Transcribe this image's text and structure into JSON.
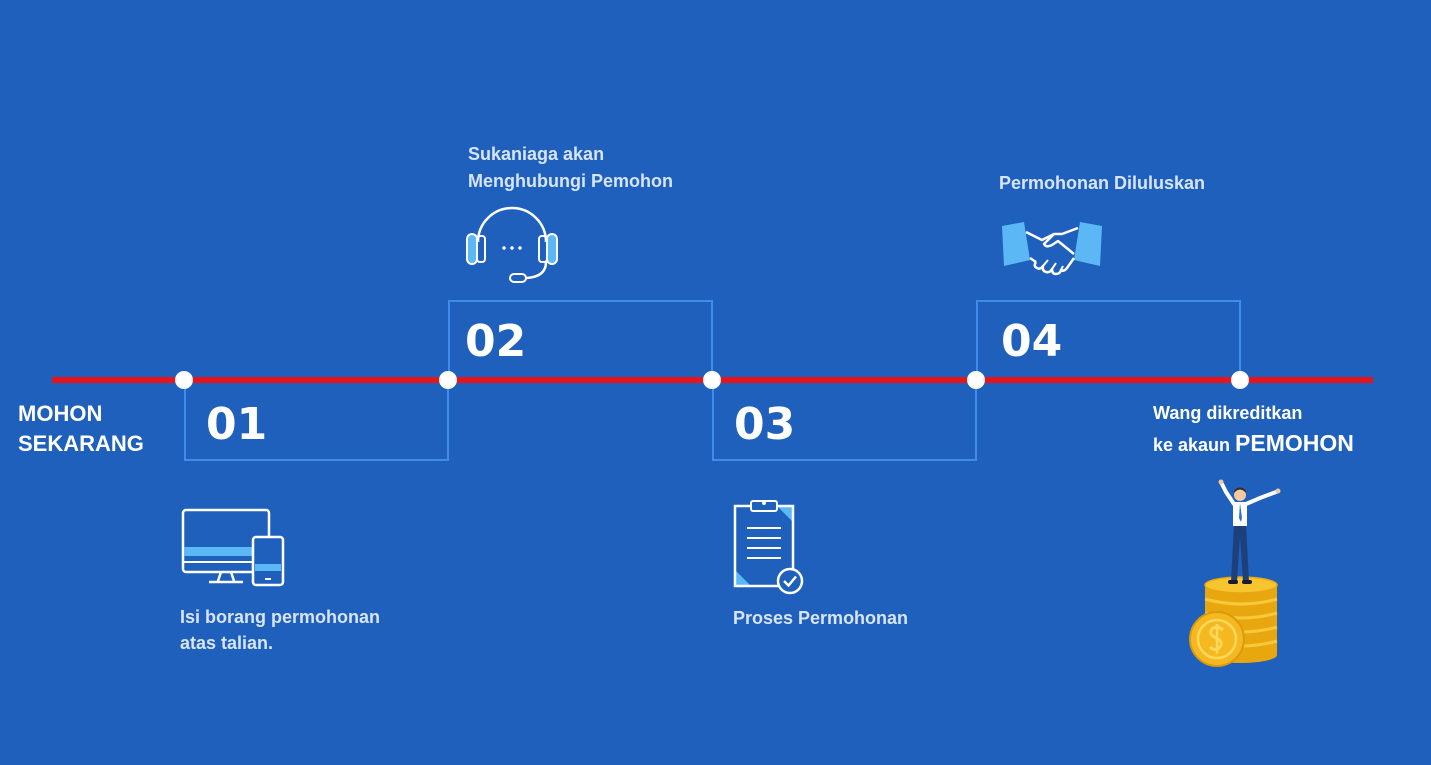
{
  "cta": {
    "line1": "MOHON",
    "line2": "SEKARANG"
  },
  "steps": [
    {
      "number": "01",
      "caption": [
        "Isi borang permohonan",
        "atas talian."
      ],
      "icon": "devices-icon"
    },
    {
      "number": "02",
      "caption": [
        "Sukaniaga akan",
        "Menghubungi Pemohon"
      ],
      "icon": "headset-icon"
    },
    {
      "number": "03",
      "caption": [
        "Proses Permohonan"
      ],
      "icon": "clipboard-check-icon"
    },
    {
      "number": "04",
      "caption": [
        "Permohonan Diluluskan"
      ],
      "icon": "handshake-icon"
    }
  ],
  "final": {
    "line1": "Wang dikreditkan",
    "line2_prefix": "ke akaun ",
    "line2_emphasis": "PEMOHON",
    "icon": "man-on-coins-icon"
  },
  "colors": {
    "background": "#1e60bc",
    "timeline": "#e8141c",
    "box_border": "#3f8ceb",
    "icon_accent": "#5bb8f5",
    "coin": "#f5b820"
  }
}
